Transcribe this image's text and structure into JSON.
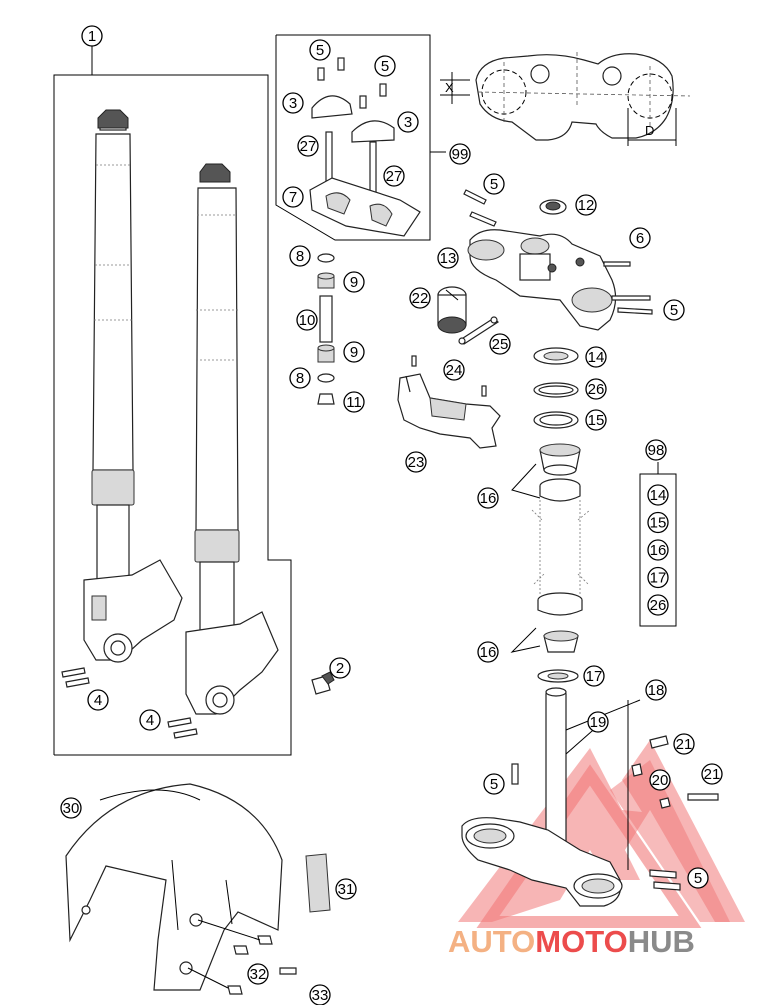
{
  "diagram": {
    "top_plate_labels": {
      "x": "X",
      "d": "D"
    },
    "callouts": [
      {
        "id": "c1",
        "label": "1"
      },
      {
        "id": "c2",
        "label": "2"
      },
      {
        "id": "c3a",
        "label": "3"
      },
      {
        "id": "c3b",
        "label": "3"
      },
      {
        "id": "c4a",
        "label": "4"
      },
      {
        "id": "c4b",
        "label": "4"
      },
      {
        "id": "c5a",
        "label": "5"
      },
      {
        "id": "c5b",
        "label": "5"
      },
      {
        "id": "c5c",
        "label": "5"
      },
      {
        "id": "c5d",
        "label": "5"
      },
      {
        "id": "c5e",
        "label": "5"
      },
      {
        "id": "c5f",
        "label": "5"
      },
      {
        "id": "c6",
        "label": "6"
      },
      {
        "id": "c7",
        "label": "7"
      },
      {
        "id": "c8a",
        "label": "8"
      },
      {
        "id": "c8b",
        "label": "8"
      },
      {
        "id": "c9a",
        "label": "9"
      },
      {
        "id": "c9b",
        "label": "9"
      },
      {
        "id": "c10",
        "label": "10"
      },
      {
        "id": "c11",
        "label": "11"
      },
      {
        "id": "c12",
        "label": "12"
      },
      {
        "id": "c13",
        "label": "13"
      },
      {
        "id": "c14",
        "label": "14"
      },
      {
        "id": "c15",
        "label": "15"
      },
      {
        "id": "c16a",
        "label": "16"
      },
      {
        "id": "c16b",
        "label": "16"
      },
      {
        "id": "c17",
        "label": "17"
      },
      {
        "id": "c18",
        "label": "18"
      },
      {
        "id": "c19",
        "label": "19"
      },
      {
        "id": "c20",
        "label": "20"
      },
      {
        "id": "c21a",
        "label": "21"
      },
      {
        "id": "c21b",
        "label": "21"
      },
      {
        "id": "c22",
        "label": "22"
      },
      {
        "id": "c23",
        "label": "23"
      },
      {
        "id": "c24",
        "label": "24"
      },
      {
        "id": "c25",
        "label": "25"
      },
      {
        "id": "c26",
        "label": "26"
      },
      {
        "id": "c27a",
        "label": "27"
      },
      {
        "id": "c27b",
        "label": "27"
      },
      {
        "id": "c30",
        "label": "30"
      },
      {
        "id": "c31",
        "label": "31"
      },
      {
        "id": "c32",
        "label": "32"
      },
      {
        "id": "c33",
        "label": "33"
      },
      {
        "id": "c98",
        "label": "98"
      },
      {
        "id": "c99",
        "label": "99"
      }
    ],
    "kit_98_items": [
      "14",
      "15",
      "16",
      "17",
      "26"
    ]
  },
  "watermark": {
    "part1": "AUTO",
    "part2": "MOTO",
    "part3": "HUB",
    "colors": {
      "orange": "#f4b183",
      "red": "#ec4c4c",
      "gray": "#8a8a8a"
    }
  }
}
